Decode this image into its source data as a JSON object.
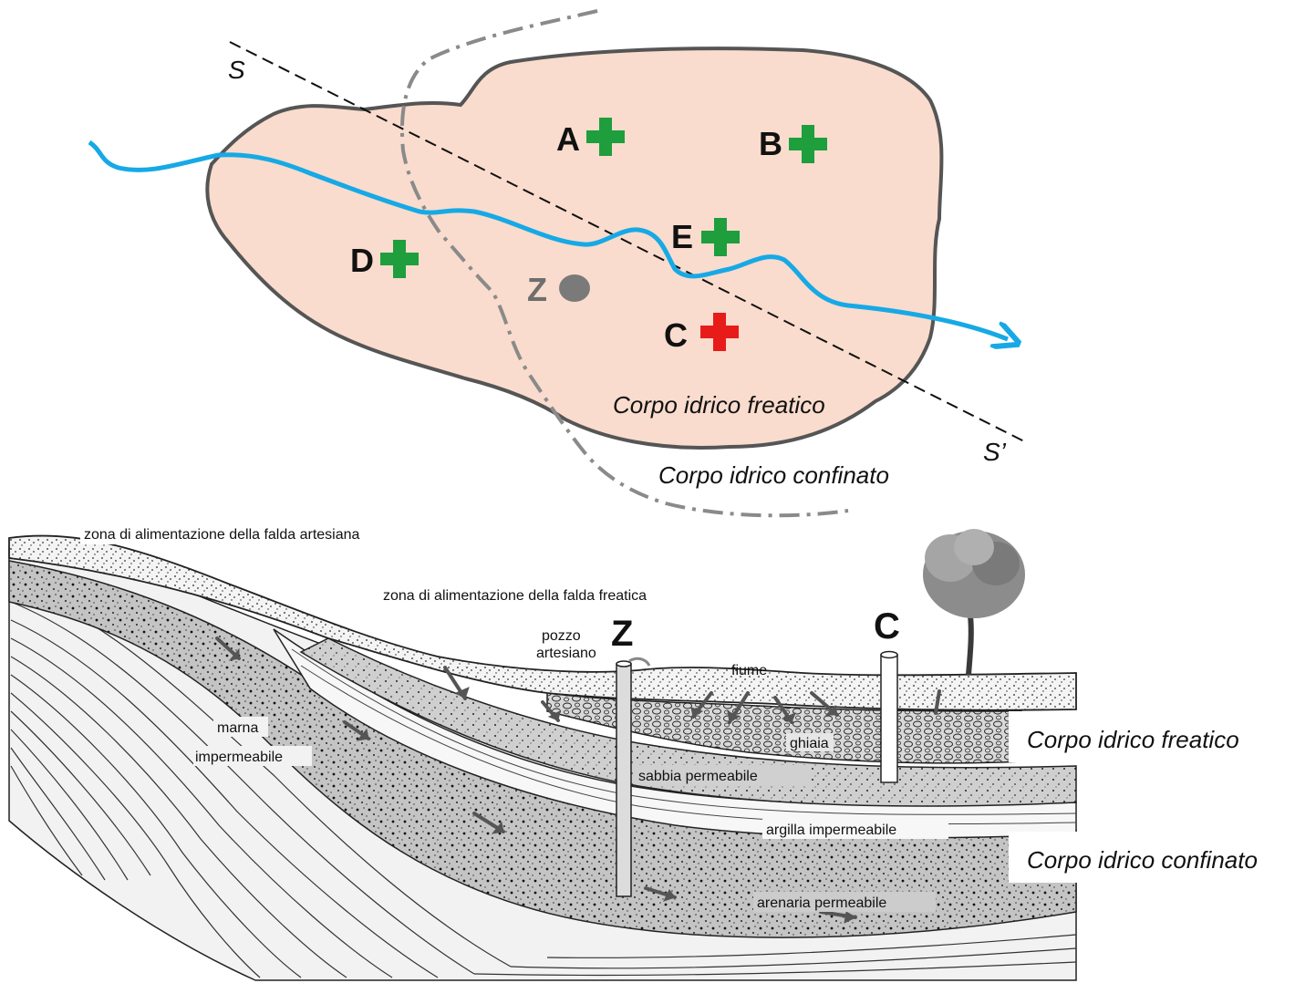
{
  "map": {
    "section_start": "S",
    "section_end": "S’",
    "label_phreatic": "Corpo idrico freatico",
    "label_confined": "Corpo idrico confinato",
    "colors": {
      "aquifer_fill": "#f9dccd",
      "aquifer_outline": "#555555",
      "river": "#16a9e6",
      "confined_boundary": "#8a8a8a",
      "well_ok": "#1e9e3c",
      "well_bad": "#e81b1b",
      "artesian_well": "#7a7a7a"
    },
    "wells": [
      {
        "id": "A",
        "status": "ok",
        "icon": "green-cross-icon"
      },
      {
        "id": "B",
        "status": "ok",
        "icon": "green-cross-icon"
      },
      {
        "id": "C",
        "status": "bad",
        "icon": "red-cross-icon"
      },
      {
        "id": "D",
        "status": "ok",
        "icon": "green-cross-icon"
      },
      {
        "id": "E",
        "status": "ok",
        "icon": "green-cross-icon"
      },
      {
        "id": "Z",
        "status": "artesian",
        "icon": "grey-dot-icon"
      }
    ]
  },
  "section": {
    "recharge_artesian": "zona di alimentazione della falda artesiana",
    "recharge_phreatic": "zona di alimentazione della falda freatica",
    "artesian_well": "pozzo\nartesiano",
    "artesian_well_line1": "pozzo",
    "artesian_well_line2": "artesiano",
    "river": "fiume",
    "gravel": "ghiaia",
    "marl_line1": "marna",
    "marl_line2": "impermeabile",
    "permeable_sand": "sabbia permeabile",
    "impermeable_clay": "argilla impermeabile",
    "permeable_sandstone": "arenaria permeabile",
    "well_z_label": "Z",
    "well_c_label": "C",
    "side_phreatic": "Corpo idrico freatico",
    "side_confined": "Corpo idrico confinato"
  }
}
